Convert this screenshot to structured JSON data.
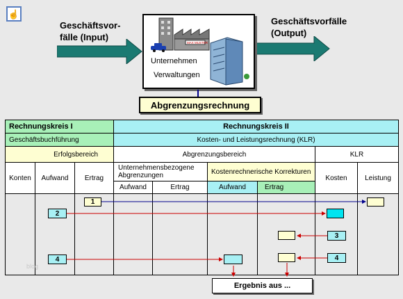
{
  "input_label": "Geschäftsvor-\nfälle (Input)",
  "output_label": "Geschäftsvorfälle\n(Output)",
  "firm": {
    "line1": "Unternehmen",
    "line2": "Verwaltungen",
    "sign": "MAX MUSTER"
  },
  "abgrenzung_title": "Abgrenzungsrechnung",
  "table": {
    "rk1": "Rechnungskreis I",
    "rk2": "Rechnungskreis II",
    "gbf": "Geschäftsbuchführung",
    "klr_full": "Kosten- und Leistungsrechnung (KLR)",
    "erfolgsbereich": "Erfolgsbereich",
    "abgrenzungsbereich": "Abgrenzungsbereich",
    "klr": "KLR",
    "konten": "Konten",
    "aufwand": "Aufwand",
    "ertrag": "Ertrag",
    "unternehmensbezogene": "Unternehmensbezogene Abgrenzungen",
    "kostenrechnerische": "Kostenrechnerische Korrekturen",
    "kosten": "Kosten",
    "leistung": "Leistung"
  },
  "boxes": {
    "b1": "1",
    "b2": "2",
    "b3": "3",
    "b4a": "4",
    "b4b": "4"
  },
  "ergebnis": "Ergebnis aus ...",
  "watermark": "blog",
  "colors": {
    "arrow": "#1b7a72",
    "red": "#cc0000",
    "blue": "#00008b",
    "cyan": "#00e4f0"
  }
}
